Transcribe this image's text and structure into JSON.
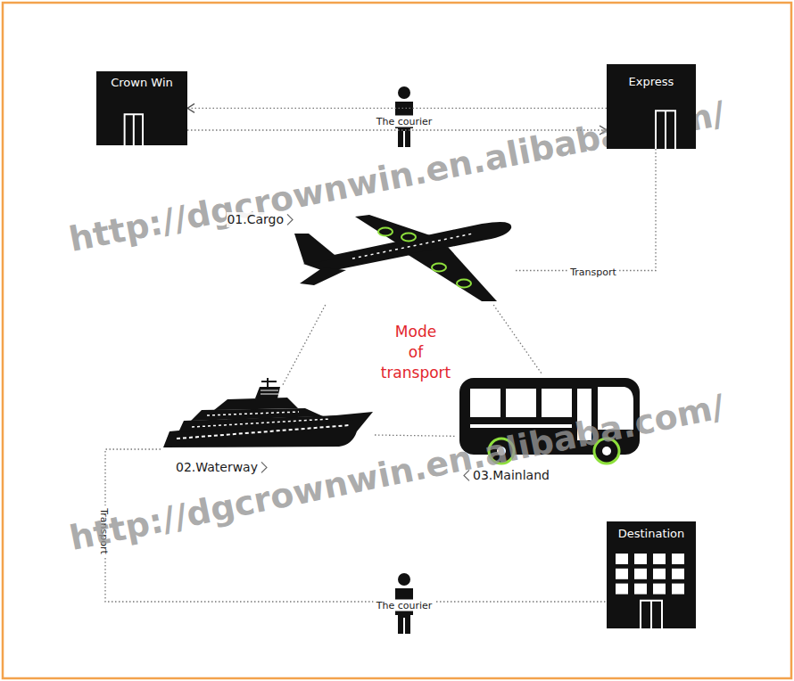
{
  "diagram": {
    "nodes": [
      {
        "text": [
          "Crown Win"
        ]
      },
      {
        "text": [
          "Express"
        ]
      },
      {
        "text": [
          "01.Cargo"
        ]
      },
      {
        "text": [
          "02.Waterway"
        ]
      },
      {
        "text": [
          "03.Mainland"
        ]
      },
      {
        "text": [
          "Destination"
        ]
      }
    ],
    "edges": [
      {
        "from": 1,
        "to": 0,
        "arrow": "to"
      },
      {
        "from": 0,
        "to": 1,
        "arrow": "to",
        "label": "The courier"
      },
      {
        "from": 1,
        "to": 2,
        "arrow": "none",
        "label": "Transport"
      },
      {
        "from": 2,
        "to": 3,
        "arrow": "none"
      },
      {
        "from": 2,
        "to": 4,
        "arrow": "none"
      },
      {
        "from": 3,
        "to": 4,
        "arrow": "none"
      },
      {
        "from": 3,
        "to": 5,
        "arrow": "none",
        "label": "The courier"
      }
    ],
    "labels": [
      "Mode of transport",
      "Transport",
      "http://dgcrownwin.en.alibaba.com/",
      "http://dgcrownwin.en.alibaba.com/"
    ]
  }
}
